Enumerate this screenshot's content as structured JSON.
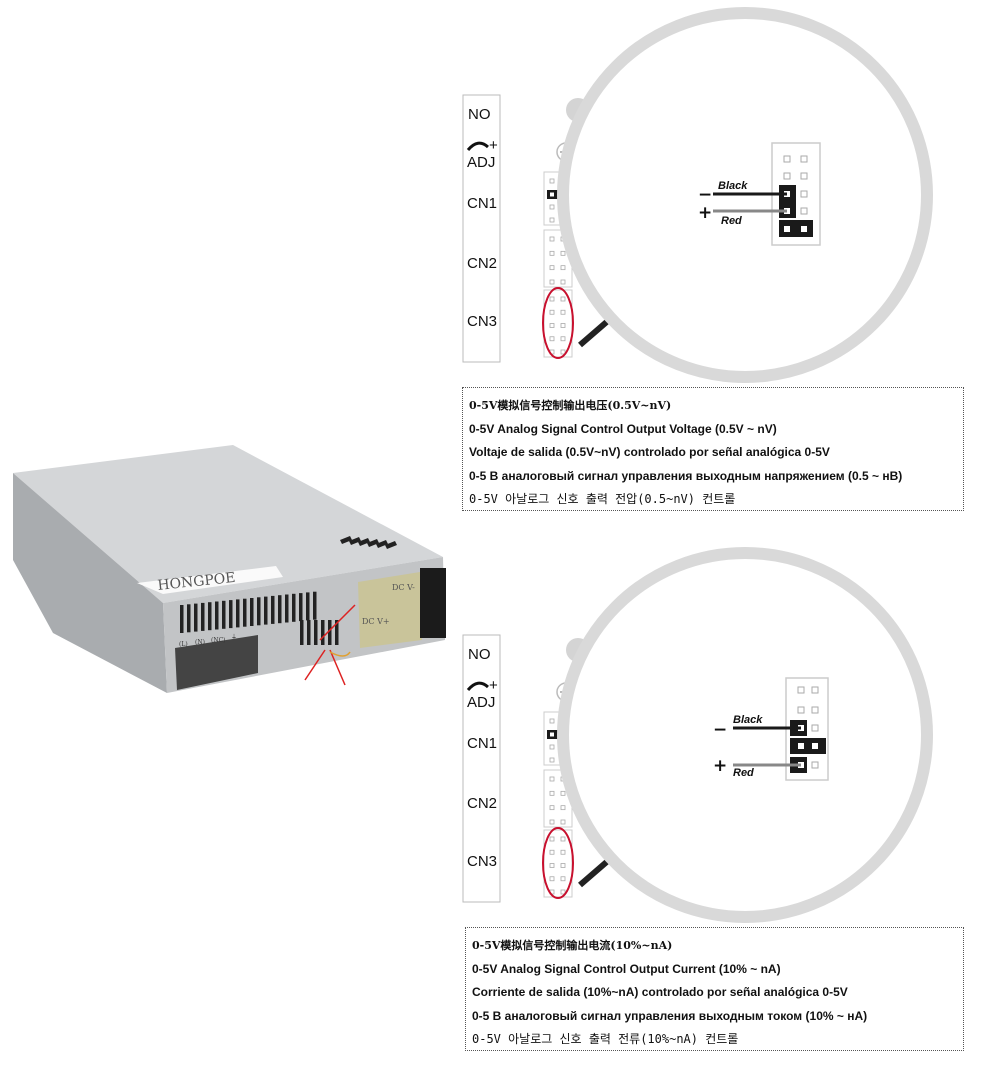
{
  "product": {
    "brand": "HONGPOE",
    "terminal_labels": [
      "(L)",
      "(N)",
      "(NC)",
      "⏚"
    ],
    "dc_labels": [
      "DC V-",
      "DC V+"
    ]
  },
  "panels": [
    {
      "strip_labels": {
        "no": "NO",
        "adj": "ADJ",
        "cn1": "CN1",
        "cn2": "CN2",
        "cn3": "CN3"
      },
      "wire_black": "Black",
      "wire_red": "Red",
      "minus": "−",
      "plus": "+",
      "text": {
        "zh": "0-5V模拟信号控制输出电压(0.5V~nV)",
        "en": "0-5V Analog Signal Control Output Voltage (0.5V ~ nV)",
        "es": "Voltaje de salida (0.5V~nV) controlado por señal analógica 0-5V",
        "ru": "0-5 В аналоговый сигнал управления выходным напряжением (0.5 ~ нВ)",
        "ko": "0-5V 아날로그 신호 출력 전압(0.5~nV) 컨트롤"
      }
    },
    {
      "strip_labels": {
        "no": "NO",
        "adj": "ADJ",
        "cn1": "CN1",
        "cn2": "CN2",
        "cn3": "CN3"
      },
      "wire_black": "Black",
      "wire_red": "Red",
      "minus": "−",
      "plus": "+",
      "text": {
        "zh": "0-5V模拟信号控制输出电流(10%~nA)",
        "en": "0-5V Analog Signal Control Output Current (10% ~ nA)",
        "es": "Corriente de salida (10%~nA) controlado por señal analógica 0-5V",
        "ru": "0-5 В аналоговый сигнал управления выходным током (10% ~ нА)",
        "ko": "0-5V 아날로그 신호 출력 전류(10%~nA) 컨트롤"
      }
    }
  ],
  "colors": {
    "highlight": "#c8102e",
    "circle": "#d9d9d9",
    "jumper": "#1a1a1a"
  }
}
